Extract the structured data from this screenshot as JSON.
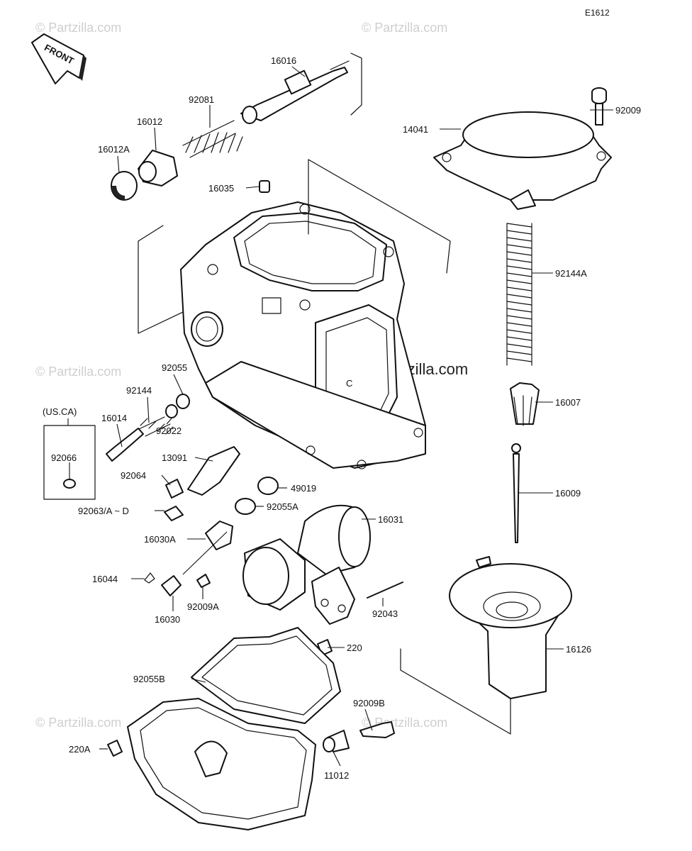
{
  "diagram_code": "E1612",
  "front_label": "FRONT",
  "watermark": "Partzilla.com",
  "watermark_center": "Partzilla.com",
  "market_note": "(US.CA)",
  "parts": {
    "p16016": "16016",
    "p92081": "92081",
    "p16012": "16012",
    "p16012A": "16012A",
    "p16035": "16035",
    "p92009": "92009",
    "p14041": "14041",
    "p92144A": "92144A",
    "p16007": "16007",
    "p16009": "16009",
    "p16031": "16031",
    "p16126": "16126",
    "p92043": "92043",
    "p220": "220",
    "p92009B": "92009B",
    "p11012": "11012",
    "p220A": "220A",
    "p92055B": "92055B",
    "p92055": "92055",
    "p92144": "92144",
    "p16014": "16014",
    "p92022": "92022",
    "p92066": "92066",
    "p13091": "13091",
    "p92064": "92064",
    "p49019": "49019",
    "p92063": "92063/A ~ D",
    "p92055A": "92055A",
    "p16030A": "16030A",
    "p16044": "16044",
    "p16030": "16030",
    "p92009A": "92009A"
  }
}
